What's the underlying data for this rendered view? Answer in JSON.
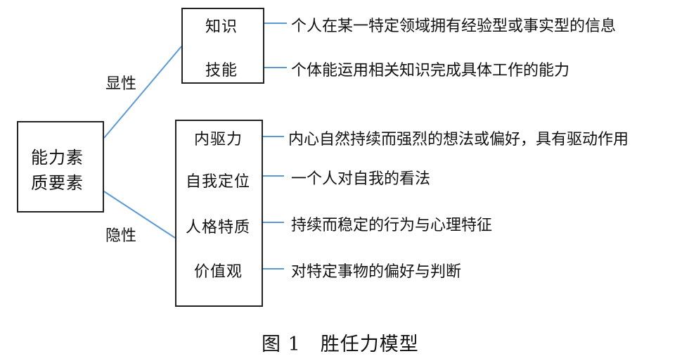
{
  "root": {
    "line1": "能力素",
    "line2": "质要素"
  },
  "branches": {
    "explicit": "显性",
    "implicit": "隐性"
  },
  "explicit_items": [
    {
      "label": "知识",
      "desc": "个人在某一特定领域拥有经验型或事实型的信息"
    },
    {
      "label": "技能",
      "desc": "个体能运用相关知识完成具体工作的能力"
    }
  ],
  "implicit_items": [
    {
      "label": "内驱力",
      "desc": "内心自然持续而强烈的想法或偏好，具有驱动作用"
    },
    {
      "label": "自我定位",
      "desc": "一个人对自我的看法"
    },
    {
      "label": "人格特质",
      "desc": "持续而稳定的行为与心理特征"
    },
    {
      "label": "价值观",
      "desc": "对特定事物的偏好与判断"
    }
  ],
  "caption": "图 1　胜任力模型",
  "colors": {
    "connector": "#5b9bd5",
    "border": "#222222"
  }
}
